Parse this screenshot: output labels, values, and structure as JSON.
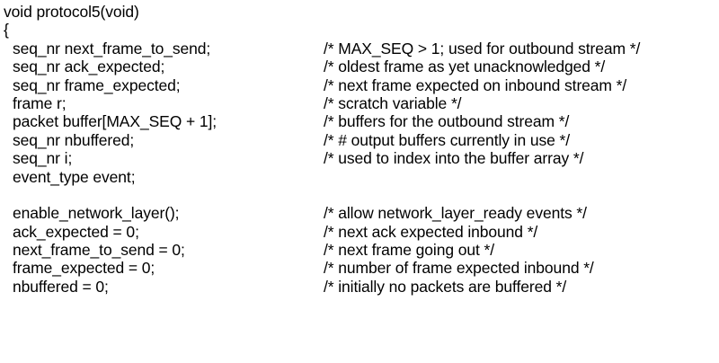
{
  "header": {
    "signature": "void protocol5(void)",
    "open_brace": "{"
  },
  "declarations": [
    {
      "code": "seq_nr next_frame_to_send;",
      "comment": "/* MAX_SEQ > 1; used for outbound stream */"
    },
    {
      "code": "seq_nr ack_expected;",
      "comment": "/* oldest frame as yet unacknowledged */"
    },
    {
      "code": "seq_nr frame_expected;",
      "comment": "/* next frame expected on inbound stream */"
    },
    {
      "code": "frame r;",
      "comment": "/* scratch variable */"
    },
    {
      "code": "packet buffer[MAX_SEQ + 1];",
      "comment": "/* buffers for the outbound stream */"
    },
    {
      "code": "seq_nr nbuffered;",
      "comment": "/* # output buffers currently in use */"
    },
    {
      "code": "seq_nr i;",
      "comment": "/* used to index into the buffer array */"
    },
    {
      "code": "event_type event;",
      "comment": ""
    }
  ],
  "statements": [
    {
      "code": "enable_network_layer();",
      "comment": "/* allow network_layer_ready events */"
    },
    {
      "code": "ack_expected = 0;",
      "comment": "/* next ack expected inbound */"
    },
    {
      "code": "next_frame_to_send = 0;",
      "comment": "/* next frame going out */"
    },
    {
      "code": "frame_expected = 0;",
      "comment": "/* number of frame expected inbound */"
    },
    {
      "code": "nbuffered = 0;",
      "comment": "/* initially no packets are buffered */"
    }
  ]
}
